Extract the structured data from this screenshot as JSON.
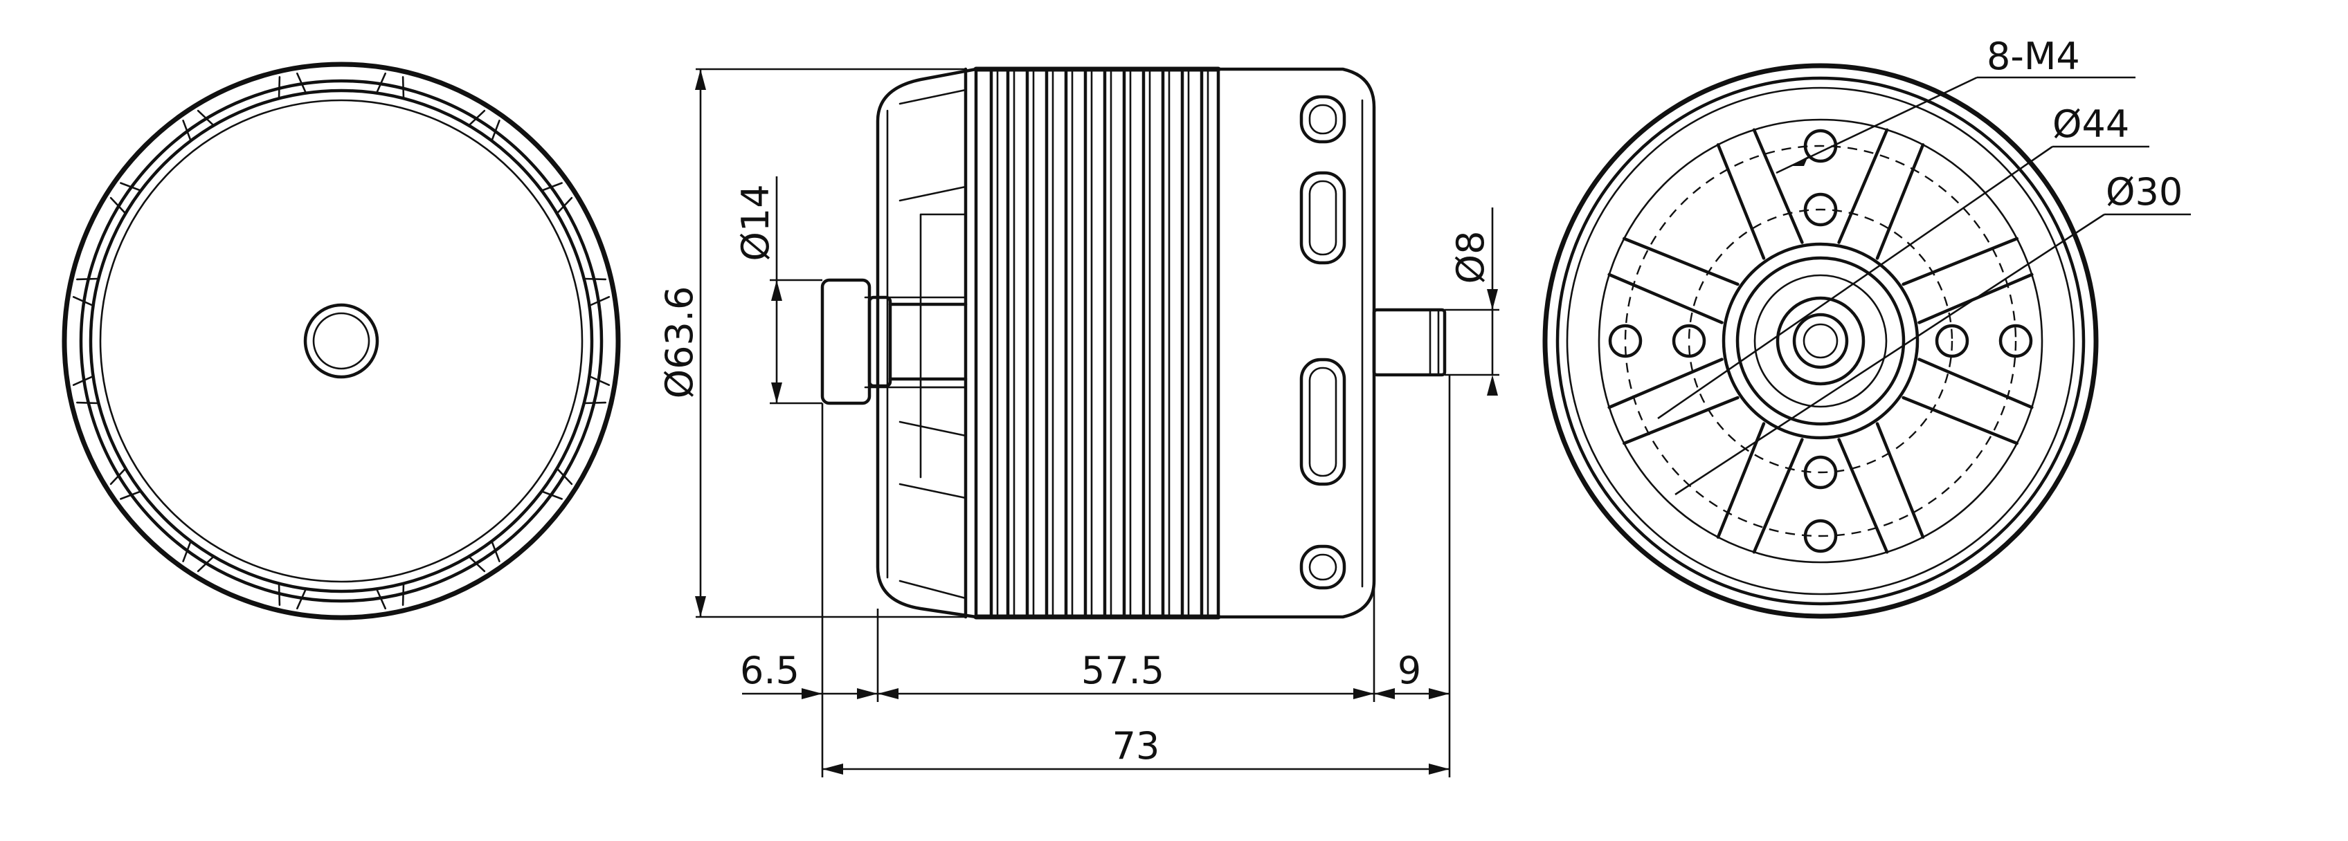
{
  "drawing": {
    "views": [
      "rear-view",
      "side-view",
      "front-view"
    ],
    "colors": {
      "line": "#111111",
      "background": "#ffffff"
    },
    "dimensions": {
      "overall_diameter": "Ø63.6",
      "rear_shaft_diameter": "Ø14",
      "front_shaft_diameter": "Ø8",
      "rear_shaft_length": "6.5",
      "body_length": "57.5",
      "front_shaft_length": "9",
      "overall_length": "73",
      "mounting_holes": "8-M4",
      "outer_bolt_circle": "Ø44",
      "inner_bolt_circle": "Ø30"
    }
  }
}
